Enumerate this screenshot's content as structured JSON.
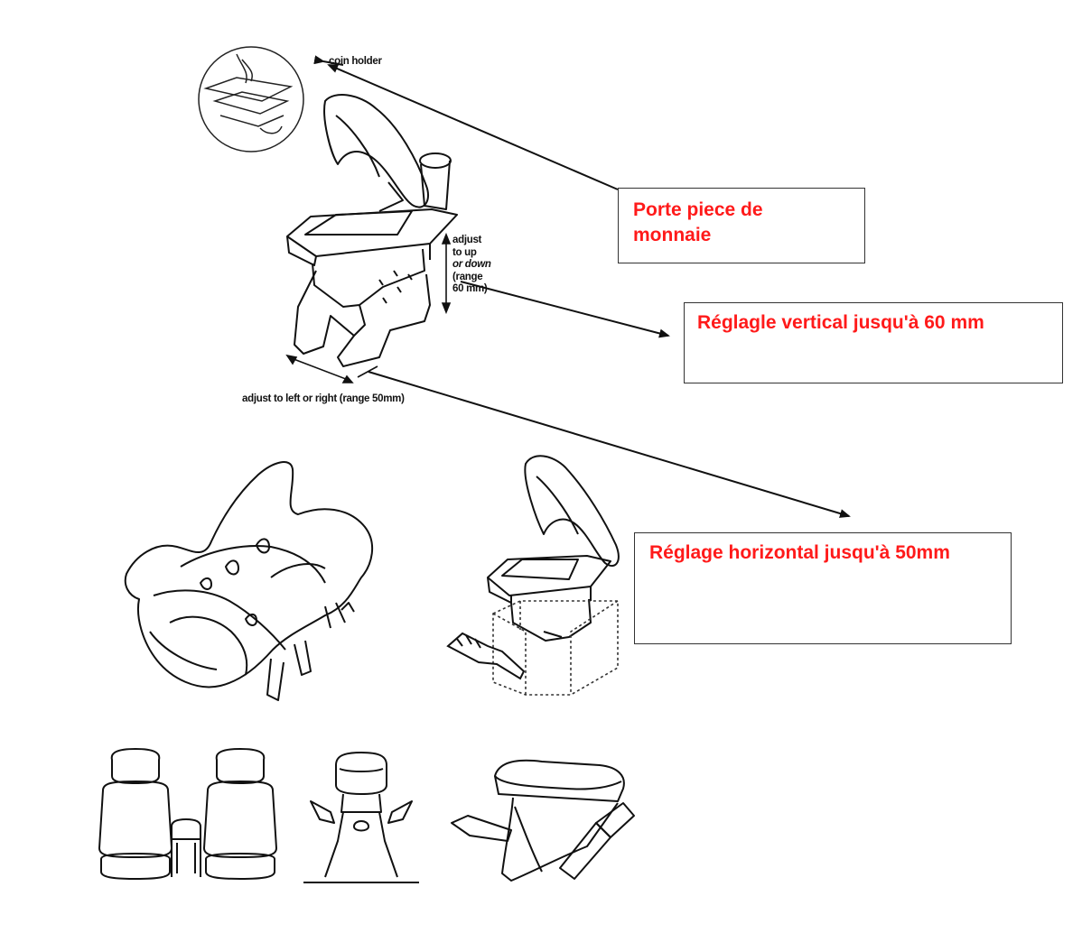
{
  "labels": {
    "coin_holder": "coin holder",
    "adjust_up_down": [
      "adjust",
      "to up",
      "or down",
      "(range",
      "60 mm)"
    ],
    "adjust_left_right": "adjust to left or right (range 50mm)"
  },
  "callouts": {
    "coin": "Porte piece de\nmonnaie",
    "vertical": "Réglagle vertical jusqu'à 60 mm",
    "horizontal": "Réglage horizontal jusqu'à 50mm"
  },
  "colors": {
    "callout_text": "#ff1a1a",
    "line_art": "#111111",
    "box_border": "#333333"
  }
}
